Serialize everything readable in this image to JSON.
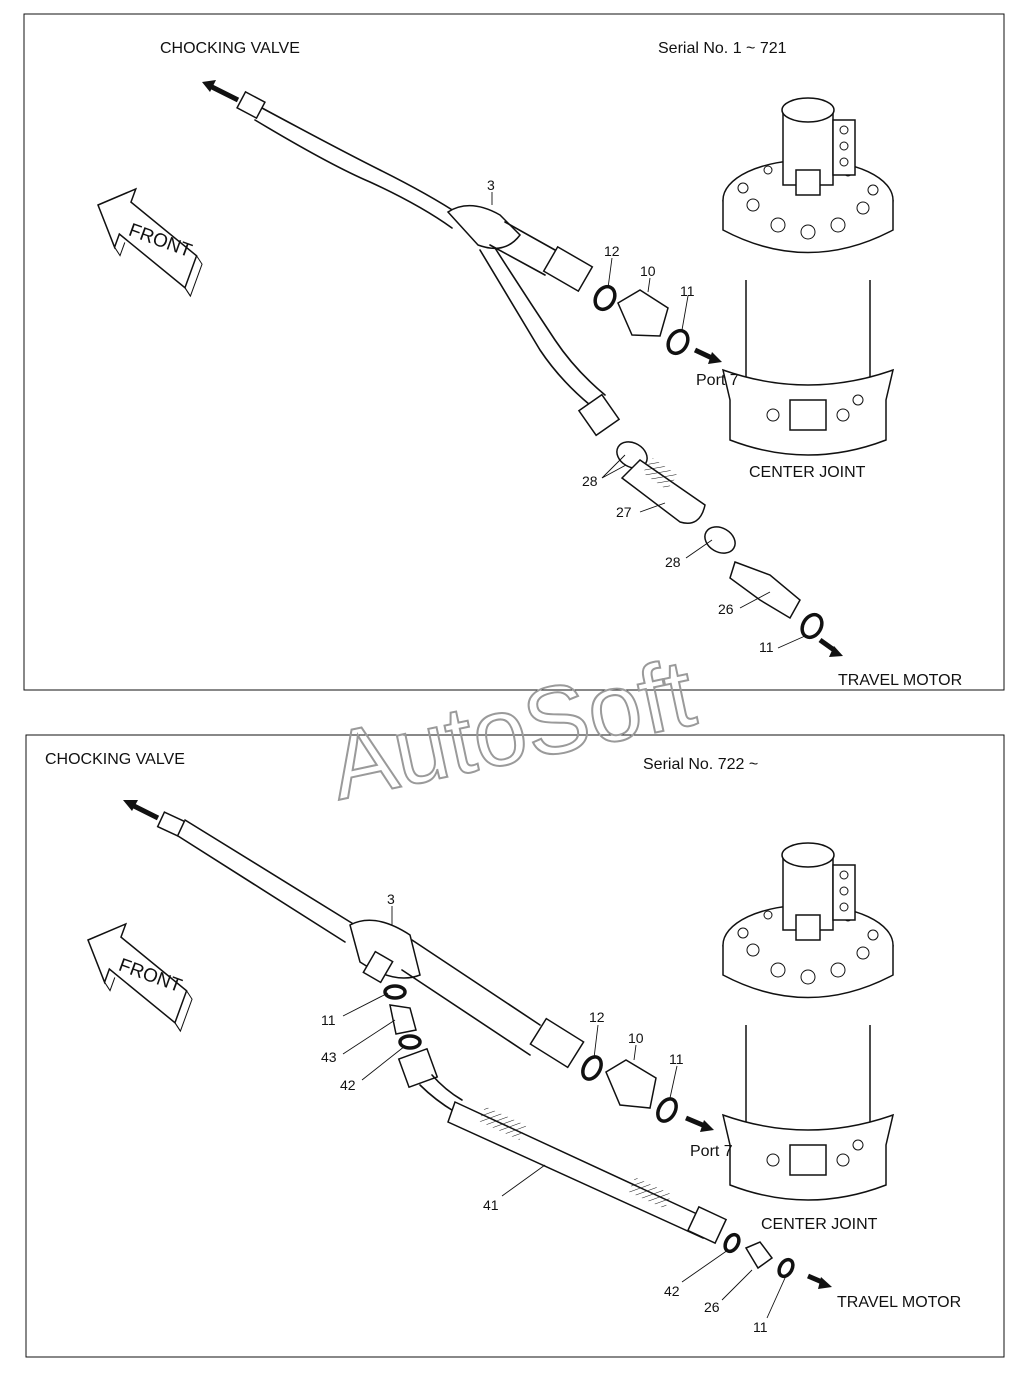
{
  "panels": [
    {
      "title_left": "CHOCKING VALVE",
      "serial": "Serial No. 1 ~ 721",
      "front": "FRONT",
      "port": "Port 7",
      "center_joint": "CENTER JOINT",
      "travel_motor": "TRAVEL MOTOR",
      "callouts": [
        "3",
        "12",
        "10",
        "11",
        "28",
        "27",
        "28",
        "26",
        "11"
      ]
    },
    {
      "title_left": "CHOCKING VALVE",
      "serial": "Serial No. 722 ~",
      "front": "FRONT",
      "port": "Port 7",
      "center_joint": "CENTER JOINT",
      "travel_motor": "TRAVEL MOTOR",
      "callouts": [
        "3",
        "11",
        "43",
        "42",
        "12",
        "10",
        "11",
        "41",
        "42",
        "26",
        "11"
      ]
    }
  ],
  "watermark": "AutoSoft"
}
